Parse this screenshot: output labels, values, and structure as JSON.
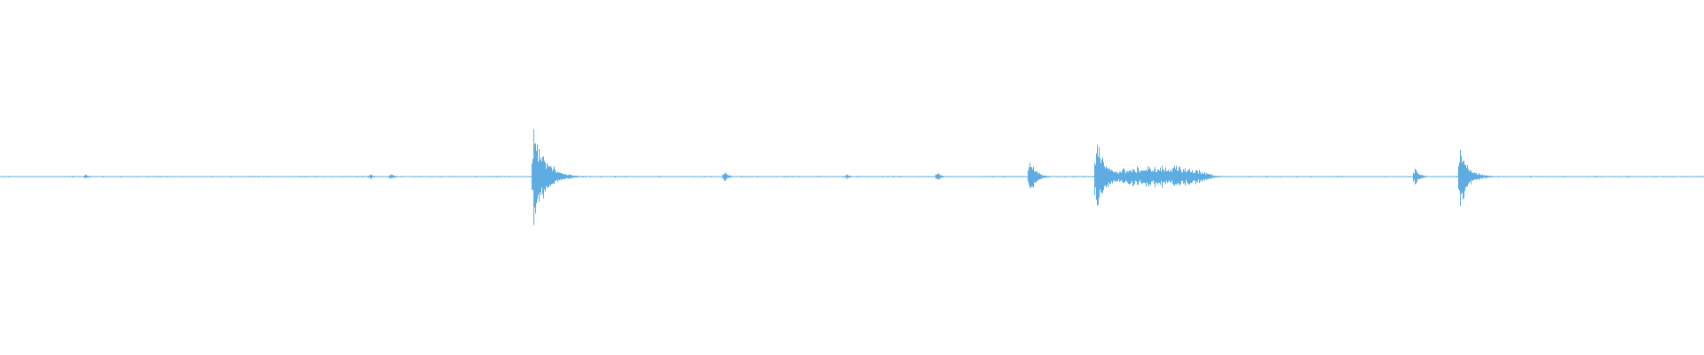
{
  "waveform": {
    "color": "#5dade2",
    "baseline_amplitude": 0.01,
    "events": [
      {
        "t": 0.05,
        "amplitude": 0.06,
        "kind": "transient"
      },
      {
        "t": 0.217,
        "amplitude": 0.06,
        "kind": "transient"
      },
      {
        "t": 0.229,
        "amplitude": 0.07,
        "kind": "transient"
      },
      {
        "t": 0.313,
        "amplitude": 1.0,
        "kind": "transient"
      },
      {
        "t": 0.325,
        "amplitude": 0.2,
        "kind": "transient"
      },
      {
        "t": 0.425,
        "amplitude": 0.12,
        "kind": "transient"
      },
      {
        "t": 0.497,
        "amplitude": 0.06,
        "kind": "transient"
      },
      {
        "t": 0.55,
        "amplitude": 0.1,
        "kind": "transient"
      },
      {
        "t": 0.604,
        "amplitude": 0.38,
        "kind": "transient"
      },
      {
        "t": 0.643,
        "amplitude": 0.82,
        "kind": "transient"
      },
      {
        "t": 0.648,
        "end": 0.703,
        "amplitude": 0.2,
        "kind": "sustained"
      },
      {
        "t": 0.83,
        "amplitude": 0.2,
        "kind": "transient"
      },
      {
        "t": 0.857,
        "amplitude": 0.65,
        "kind": "transient"
      }
    ]
  }
}
